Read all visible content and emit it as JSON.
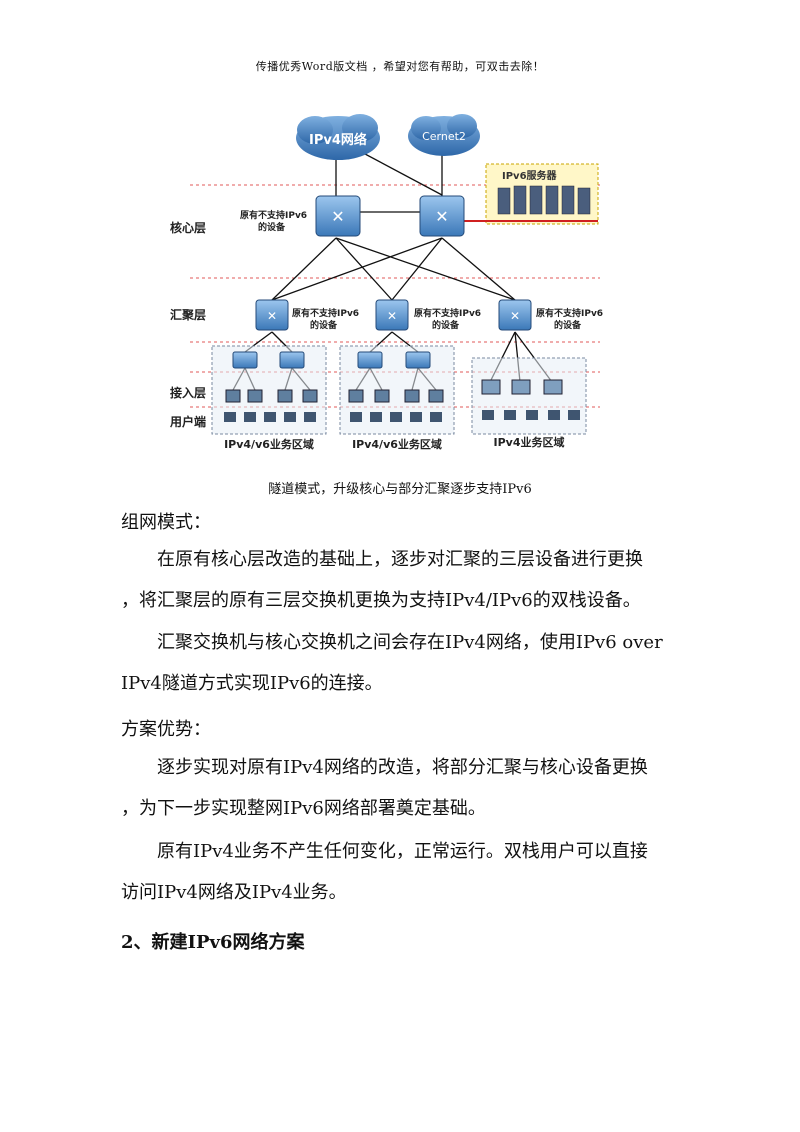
{
  "header": {
    "text": "传播优秀Word版文档 ，希望对您有帮助，可双击去除！"
  },
  "figure": {
    "clouds": [
      "IPv4网络",
      "Cernet2"
    ],
    "server_box": "IPv6服务器",
    "layers": {
      "core": "核心层",
      "aggregation": "汇聚层",
      "access": "接入层",
      "user": "用户端"
    },
    "device_notes": {
      "core_left": [
        "原有不支持IPv6",
        "的设备"
      ],
      "agg1": [
        "原有不支持IPv6",
        "的设备"
      ],
      "agg2": [
        "原有不支持IPv6",
        "的设备"
      ],
      "agg3": [
        "原有不支持IPv6",
        "的设备"
      ]
    },
    "zones": [
      "IPv4/v6业务区域",
      "IPv4/v6业务区域",
      "IPv4业务区域"
    ]
  },
  "caption": "隧道模式，升级核心与部分汇聚逐步支持IPv6",
  "section1": {
    "title": "组网模式：",
    "p1_line1": "在原有核心层改造的基础上，逐步对汇聚的三层设备进行更换",
    "p1_line2": "，将汇聚层的原有三层交换机更换为支持IPv4/IPv6的双栈设备。",
    "p2_line1": "汇聚交换机与核心交换机之间会存在IPv4网络，使用IPv6 over",
    "p2_line2": "IPv4隧道方式实现IPv6的连接。"
  },
  "section2": {
    "title": "方案优势：",
    "p1_line1": "逐步实现对原有IPv4网络的改造，将部分汇聚与核心设备更换",
    "p1_line2": "，为下一步实现整网IPv6网络部署奠定基础。",
    "p2_line1": "原有IPv4业务不产生任何变化，正常运行。双栈用户可以直接",
    "p2_line2": "访问IPv4网络及IPv4业务。"
  },
  "section3": {
    "title": "2、新建IPv6网络方案"
  }
}
